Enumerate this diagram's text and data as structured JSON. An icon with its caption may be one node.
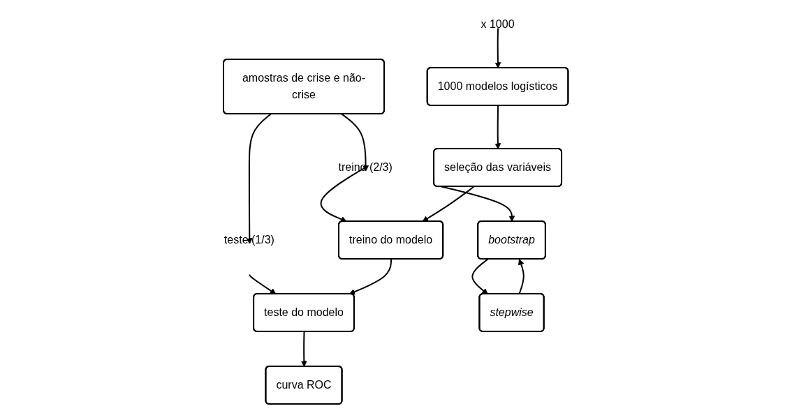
{
  "diagram": {
    "nodes": [
      {
        "text": [
          "amostras de crise e não-crise"
        ]
      },
      {
        "text": [
          "teste (1/3)"
        ]
      },
      {
        "text": [
          "treino (2/3)"
        ]
      },
      {
        "text": [
          "bootstrap"
        ]
      },
      {
        "text": [
          "curva ROC"
        ]
      },
      {
        "text": [
          "teste do modelo"
        ]
      },
      {
        "text": [
          "x 1000"
        ]
      },
      {
        "text": [
          "stepwise"
        ]
      },
      {
        "text": [
          "treino do modelo"
        ]
      },
      {
        "text": [
          "seleção das variáveis"
        ]
      },
      {
        "text": [
          "1000 modelos logísticos"
        ]
      }
    ],
    "edges": [
      {
        "from": 0,
        "to": 1,
        "arrow": "to"
      },
      {
        "from": 0,
        "to": 2,
        "arrow": "to"
      },
      {
        "from": 2,
        "to": 3,
        "arrow": "to"
      },
      {
        "from": 3,
        "to": 7,
        "arrow": "to"
      },
      {
        "from": 7,
        "to": 3,
        "arrow": "to"
      },
      {
        "from": 1,
        "to": 5,
        "arrow": "to"
      },
      {
        "from": 5,
        "to": 4,
        "arrow": "to"
      },
      {
        "from": 8,
        "to": 5,
        "arrow": "to"
      },
      {
        "from": 2,
        "to": 8,
        "arrow": "to"
      },
      {
        "from": 6,
        "to": 10,
        "arrow": "to"
      },
      {
        "from": 10,
        "to": 9,
        "arrow": "to"
      },
      {
        "from": 9,
        "to": 8,
        "arrow": "to"
      }
    ]
  }
}
